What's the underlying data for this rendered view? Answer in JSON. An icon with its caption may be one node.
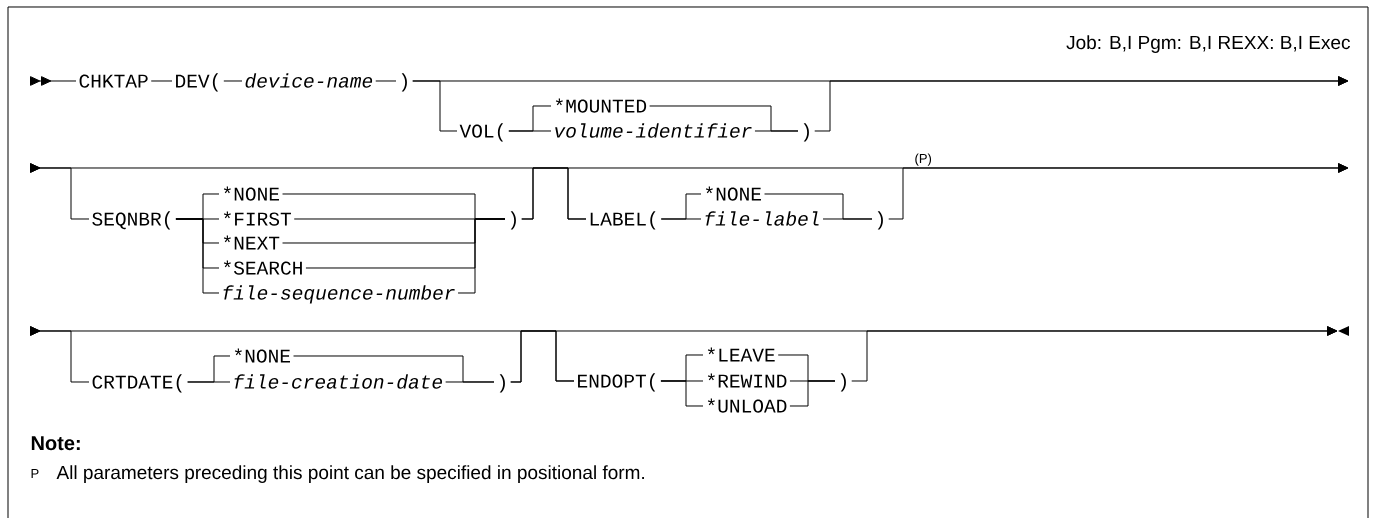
{
  "diagram": {
    "nodes": [
      {
        "text": [
          "CHKTAP"
        ]
      },
      {
        "text": [
          "DEV("
        ]
      },
      {
        "text": [
          "device-name"
        ]
      },
      {
        "text": [
          ")"
        ]
      },
      {
        "text": [
          "*MOUNTED"
        ]
      },
      {
        "text": [
          "VOL("
        ]
      },
      {
        "text": [
          "volume-identifier"
        ]
      },
      {
        "text": [
          ")"
        ]
      },
      {
        "text": [
          "*NONE"
        ]
      },
      {
        "text": [
          "SEQNBR("
        ]
      },
      {
        "text": [
          "*FIRST"
        ]
      },
      {
        "text": [
          "*NEXT"
        ]
      },
      {
        "text": [
          "*SEARCH"
        ]
      },
      {
        "text": [
          "file-sequence-number"
        ]
      },
      {
        "text": [
          ")"
        ]
      },
      {
        "text": [
          "*NONE"
        ]
      },
      {
        "text": [
          "LABEL("
        ]
      },
      {
        "text": [
          "file-label"
        ]
      },
      {
        "text": [
          ")"
        ]
      },
      {
        "text": [
          "*NONE"
        ]
      },
      {
        "text": [
          "CRTDATE("
        ]
      },
      {
        "text": [
          "file-creation-date"
        ]
      },
      {
        "text": [
          ")"
        ]
      },
      {
        "text": [
          "*LEAVE"
        ]
      },
      {
        "text": [
          "ENDOPT("
        ]
      },
      {
        "text": [
          "*REWIND"
        ]
      },
      {
        "text": [
          "*UNLOAD"
        ]
      },
      {
        "text": [
          ")"
        ]
      }
    ],
    "edges": [
      {
        "from": null,
        "to": 0,
        "arrow": "to"
      },
      {
        "from": 0,
        "to": 1,
        "arrow": "none"
      },
      {
        "from": 1,
        "to": 2,
        "arrow": "none"
      },
      {
        "from": 2,
        "to": 3,
        "arrow": "none"
      },
      {
        "from": 3,
        "to": 5,
        "arrow": "none"
      },
      {
        "from": 3,
        "to": null,
        "arrow": "to"
      },
      {
        "from": 5,
        "to": 4,
        "arrow": "none"
      },
      {
        "from": 5,
        "to": 6,
        "arrow": "none"
      },
      {
        "from": 4,
        "to": 7,
        "arrow": "none"
      },
      {
        "from": 6,
        "to": 7,
        "arrow": "none"
      },
      {
        "from": 7,
        "to": null,
        "arrow": "to"
      },
      {
        "from": null,
        "to": 9,
        "arrow": "to"
      },
      {
        "from": null,
        "to": 16,
        "arrow": "to"
      },
      {
        "from": 9,
        "to": 8,
        "arrow": "none"
      },
      {
        "from": 9,
        "to": 10,
        "arrow": "none"
      },
      {
        "from": 9,
        "to": 11,
        "arrow": "none"
      },
      {
        "from": 9,
        "to": 12,
        "arrow": "none"
      },
      {
        "from": 9,
        "to": 13,
        "arrow": "none"
      },
      {
        "from": 8,
        "to": 14,
        "arrow": "none"
      },
      {
        "from": 10,
        "to": 14,
        "arrow": "none"
      },
      {
        "from": 11,
        "to": 14,
        "arrow": "none"
      },
      {
        "from": 12,
        "to": 14,
        "arrow": "none"
      },
      {
        "from": 13,
        "to": 14,
        "arrow": "none"
      },
      {
        "from": 14,
        "to": 16,
        "arrow": "none"
      },
      {
        "from": 14,
        "to": null,
        "arrow": "to"
      },
      {
        "from": 16,
        "to": 15,
        "arrow": "none"
      },
      {
        "from": 16,
        "to": 17,
        "arrow": "none"
      },
      {
        "from": 15,
        "to": 18,
        "arrow": "none"
      },
      {
        "from": 17,
        "to": 18,
        "arrow": "none"
      },
      {
        "from": 18,
        "to": null,
        "arrow": "to"
      },
      {
        "from": null,
        "to": 20,
        "arrow": "to"
      },
      {
        "from": null,
        "to": 24,
        "arrow": "to"
      },
      {
        "from": 20,
        "to": 19,
        "arrow": "none"
      },
      {
        "from": 20,
        "to": 21,
        "arrow": "none"
      },
      {
        "from": 19,
        "to": 22,
        "arrow": "none"
      },
      {
        "from": 21,
        "to": 22,
        "arrow": "none"
      },
      {
        "from": 22,
        "to": 24,
        "arrow": "none"
      },
      {
        "from": 22,
        "to": null,
        "arrow": "to"
      },
      {
        "from": 24,
        "to": 23,
        "arrow": "none"
      },
      {
        "from": 24,
        "to": 25,
        "arrow": "none"
      },
      {
        "from": 24,
        "to": 26,
        "arrow": "none"
      },
      {
        "from": 23,
        "to": 27,
        "arrow": "none"
      },
      {
        "from": 25,
        "to": 27,
        "arrow": "none"
      },
      {
        "from": 26,
        "to": 27,
        "arrow": "none"
      },
      {
        "from": 27,
        "to": null,
        "arrow": "to"
      }
    ],
    "labels": [
      "Job: B,I  Pgm: B,I  REXX: B,I  Exec",
      "(P)",
      "Note:",
      "P",
      "All parameters preceding this point can be specified in positional form."
    ]
  }
}
